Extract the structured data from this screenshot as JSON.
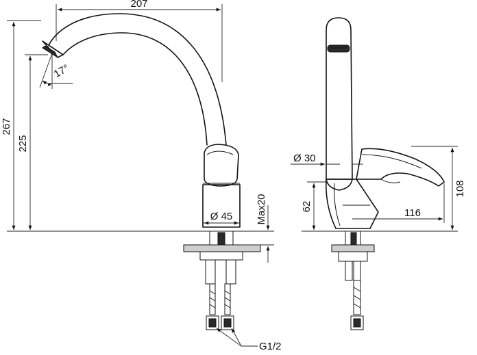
{
  "drawing": {
    "front_view": {
      "dim_spout_reach": "207",
      "dim_total_height": "267",
      "dim_spout_height": "225",
      "dim_spout_angle": "17°",
      "dim_base_diameter": "Ø 45",
      "dim_max_deck": "Max20",
      "connection_thread": "G1/2"
    },
    "side_view": {
      "dim_spout_diameter": "Ø 30",
      "dim_lever_height": "108",
      "dim_body_height": "62",
      "dim_lever_length": "116"
    }
  }
}
